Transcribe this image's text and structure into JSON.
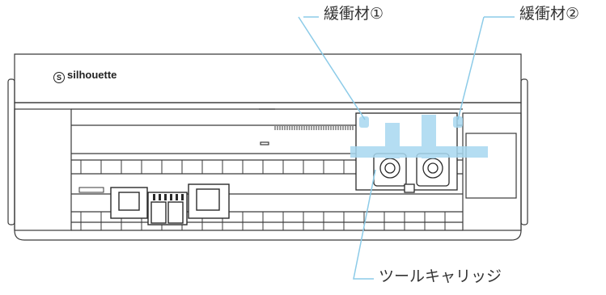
{
  "brand": {
    "name": "silhouette",
    "icon": "silhouette-logo-icon"
  },
  "callouts": {
    "cushion_1": "緩衝材①",
    "cushion_2": "緩衝材②",
    "tool_carriage": "ツールキャリッジ"
  },
  "colors": {
    "highlight": "#a8d8f0",
    "leader": "#8ccbe8",
    "outline": "#3a3a3a"
  }
}
